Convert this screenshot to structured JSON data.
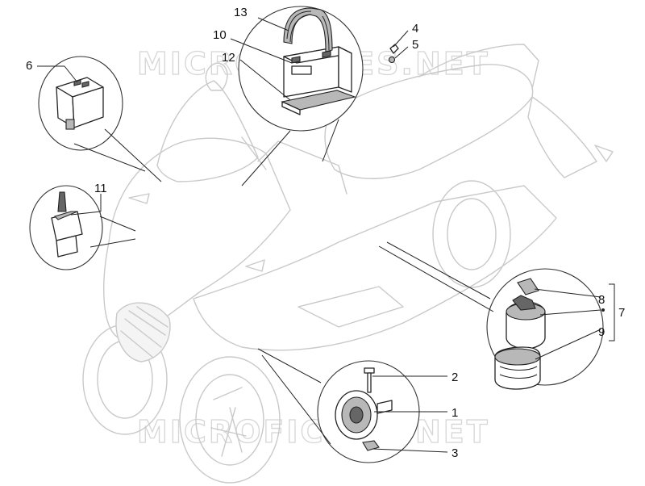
{
  "watermark": {
    "top": "MICROFICHES.NET",
    "bottom": "MICROFICHES.NET"
  },
  "callouts": [
    {
      "id": "c1",
      "label": "1"
    },
    {
      "id": "c2",
      "label": "2"
    },
    {
      "id": "c3",
      "label": "3"
    },
    {
      "id": "c4",
      "label": "4"
    },
    {
      "id": "c5",
      "label": "5"
    },
    {
      "id": "c6",
      "label": "6"
    },
    {
      "id": "c7",
      "label": "7"
    },
    {
      "id": "c8",
      "label": "8"
    },
    {
      "id": "c9",
      "label": "9"
    },
    {
      "id": "c10",
      "label": "10"
    },
    {
      "id": "c11",
      "label": "11"
    },
    {
      "id": "c12",
      "label": "12"
    },
    {
      "id": "c13",
      "label": "13"
    }
  ],
  "colors": {
    "line": "#222222",
    "ghost": "#c9c9c9",
    "watermark": "#d6d6d6"
  }
}
